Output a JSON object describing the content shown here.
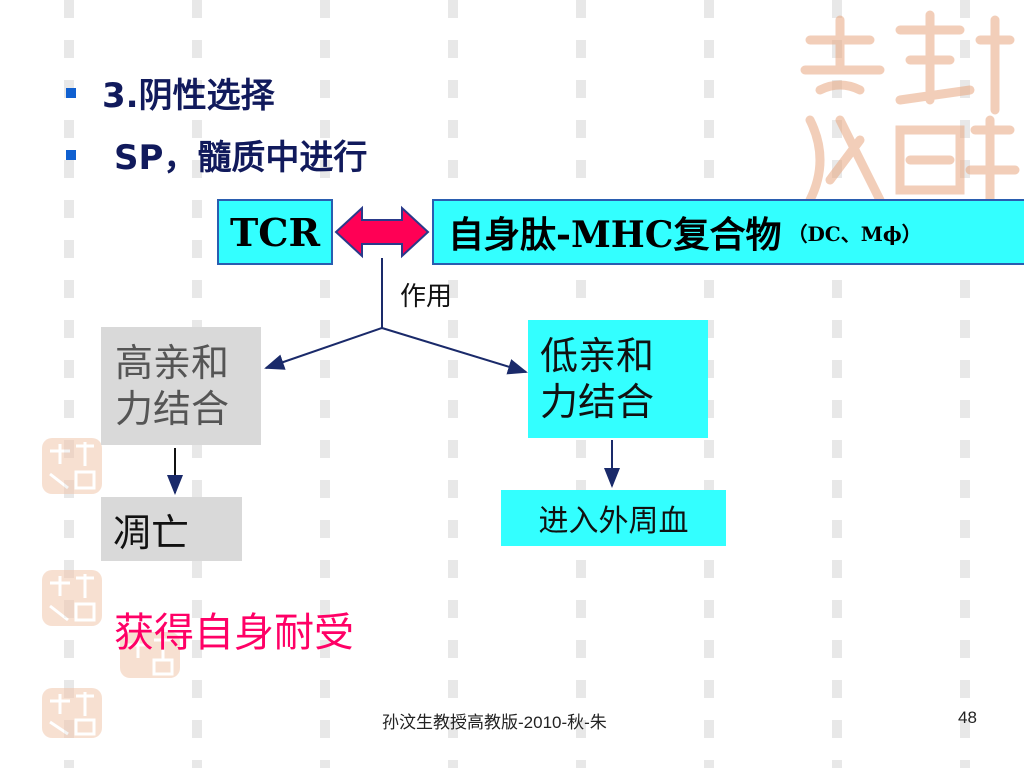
{
  "bullets": [
    {
      "text": "3.阴性选择"
    },
    {
      "text": "SP，髓质中进行"
    }
  ],
  "diagram": {
    "tcr_label": "TCR",
    "complex_label": "自身肽-MHC复合物",
    "complex_sub": "（DC、Mϕ）",
    "interaction_label": "作用",
    "high_affinity": [
      "高亲和",
      "力结合"
    ],
    "low_affinity": [
      "低亲和",
      "力结合"
    ],
    "apoptosis_label": "凋亡",
    "periphery_label": "进入外周血",
    "tolerance_label": "获得自身耐受"
  },
  "colors": {
    "accent_cyan": "#33ffff",
    "box_gray": "#d9d9d9",
    "arrow_red": "#ff0055",
    "tolerance_text": "#ff0066",
    "bullet_blue": "#1060d0"
  },
  "footer": {
    "author": "孙汶生教授高教版-2010-秋-朱",
    "page_number": "48"
  }
}
